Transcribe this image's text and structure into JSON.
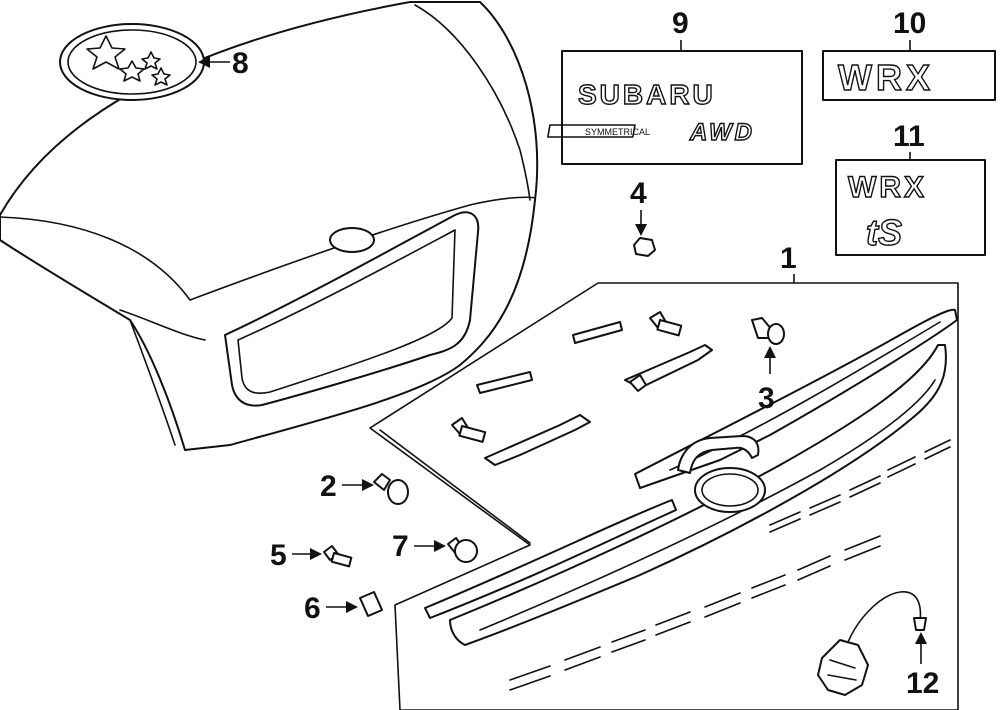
{
  "callouts": {
    "c1": "1",
    "c2": "2",
    "c3": "3",
    "c4": "4",
    "c5": "5",
    "c6": "6",
    "c7": "7",
    "c8": "8",
    "c9": "9",
    "c10": "10",
    "c11": "11",
    "c12": "12"
  },
  "emblems": {
    "subaru": "SUBARU",
    "awd": "AWD",
    "symmetrical": "SYMMETRICAL",
    "wrx_10": "WRX",
    "wrx_11": "WRX",
    "ts": "tS"
  },
  "colors": {
    "line": "#111111",
    "background": "#ffffff"
  }
}
